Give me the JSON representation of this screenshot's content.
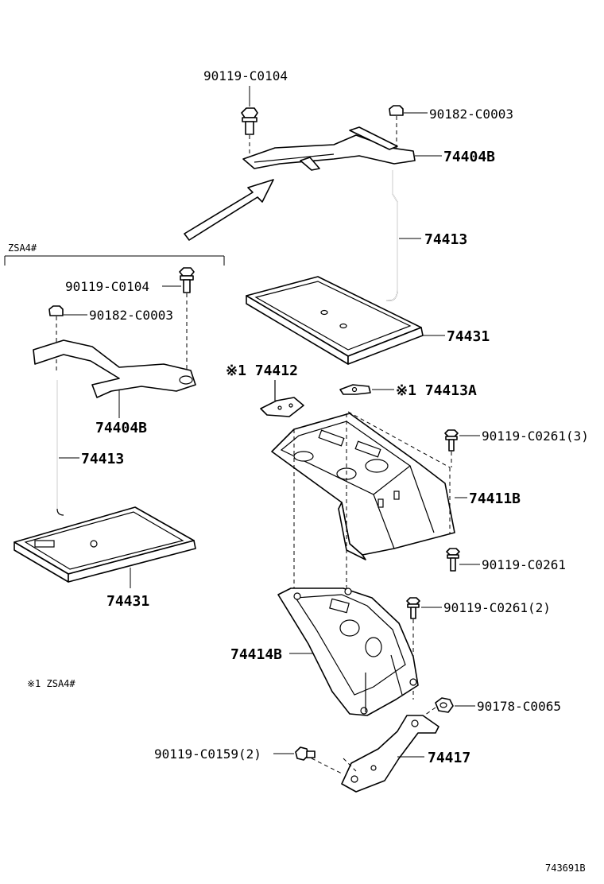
{
  "labels": {
    "bolt_top": "90119-C0104",
    "nut_top": "90182-C0003",
    "clamp_top": "74404B",
    "rod_top": "74413",
    "tray_top": "74431",
    "box_label": "ZSA4#",
    "bolt_left": "90119-C0104",
    "nut_left": "90182-C0003",
    "clamp_left": "74404B",
    "rod_left": "74413",
    "tray_left": "74431",
    "p74412": "※1 74412",
    "p74413a": "※1 74413A",
    "bolt_0261_3": "90119-C0261(3)",
    "p74411b": "74411B",
    "bolt_0261": "90119-C0261",
    "bolt_0261_2": "90119-C0261(2)",
    "p74414b": "74414B",
    "p90178": "90178-C0065",
    "bolt_0159": "90119-C0159(2)",
    "p74417": "74417",
    "footnote": "※1 ZSA4#",
    "figure_code": "743691B"
  }
}
